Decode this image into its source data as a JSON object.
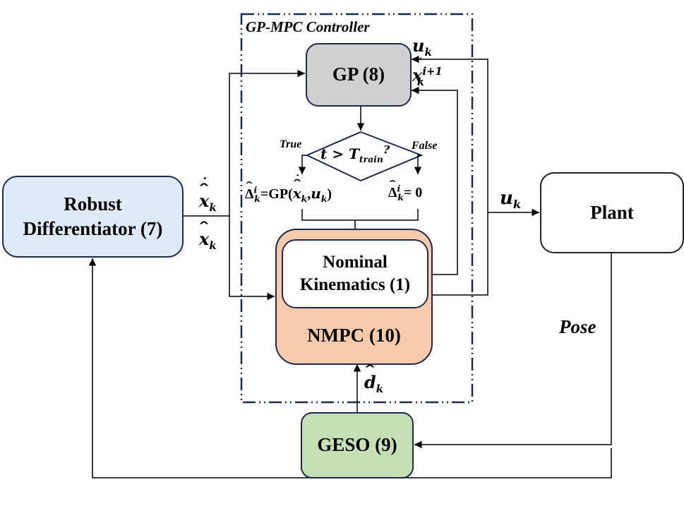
{
  "controller_group": {
    "title": "GP-MPC Controller"
  },
  "blocks": {
    "gp": {
      "label": "GP (8)",
      "fill": "#d0d0d0"
    },
    "robust_differentiator": {
      "line1": "Robust",
      "line2": "Differentiator (7)",
      "fill": "#deebf7"
    },
    "nmpc": {
      "label": "NMPC (10)",
      "fill": "#f8cbad"
    },
    "nominal_kinematics": {
      "line1": "Nominal",
      "line2": "Kinematics (1)",
      "fill": "#ffffff"
    },
    "plant": {
      "label": "Plant",
      "fill": "#ffffff"
    },
    "geso": {
      "label": "GESO (9)",
      "fill": "#c5e0b4"
    }
  },
  "decision": {
    "condition_var": "t",
    "condition_op": ">",
    "condition_rhs": "T",
    "condition_rhs_sub": "train",
    "condition_suffix": "?",
    "true_label": "True",
    "false_label": "False",
    "true_output": {
      "symbol": "Δ",
      "sup": "i",
      "sub": "k",
      "eq": "=GP(",
      "arg1": "x",
      "arg1_sub": "k",
      "sep": ",",
      "arg2": "u",
      "arg2_sub": "k",
      "close": ")"
    },
    "false_output": {
      "symbol": "Δ",
      "sup": "i",
      "sub": "k",
      "eq": "= 0"
    }
  },
  "signals": {
    "u_gp": {
      "base": "u",
      "sub": "k"
    },
    "x_tilde": {
      "base": "x",
      "sub": "k",
      "sup": "i+1"
    },
    "x_hat_dot": {
      "base": "x",
      "sub": "k"
    },
    "x_hat": {
      "base": "x",
      "sub": "k"
    },
    "u_plant": {
      "base": "u",
      "sub": "k"
    },
    "pose": "Pose",
    "d_hat": {
      "base": "d",
      "sub": "k"
    }
  },
  "colors": {
    "line": "#000000",
    "border": "#1f2a4a",
    "dashdot": "#1f2a4a"
  }
}
